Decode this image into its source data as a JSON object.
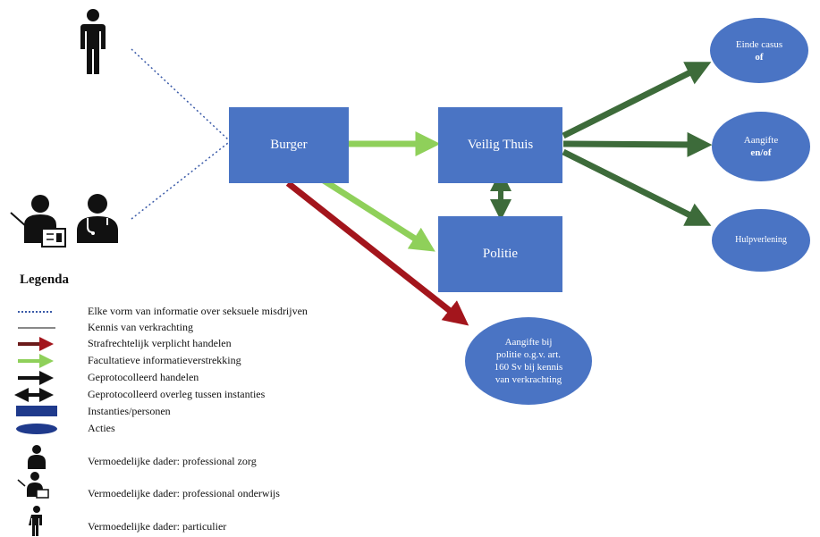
{
  "nodes": {
    "burger": "Burger",
    "veilig_thuis": "Veilig Thuis",
    "politie": "Politie"
  },
  "actions": {
    "einde_casus": {
      "line1": "Einde casus",
      "line2": "of"
    },
    "aangifte": {
      "line1": "Aangifte",
      "line2": "en/of"
    },
    "hulpverlening": {
      "line1": "Hulpverlening"
    },
    "aangifte_politie": {
      "line1": "Aangifte bij",
      "line2": "politie o.g.v. art.",
      "line3": "160 Sv bij kennis",
      "line4": "van verkrachting"
    }
  },
  "legend": {
    "title": "Legenda",
    "items": [
      "Elke vorm van informatie over seksuele misdrijven",
      "Kennis van verkrachting",
      "Strafrechtelijk verplicht handelen",
      "Facultatieve informatieverstrekking",
      "Geprotocolleerd handelen",
      "Geprotocolleerd overleg tussen instanties",
      "Instanties/personen",
      "Acties",
      "Vermoedelijke dader: professional zorg",
      "Vermoedelijke dader: professional onderwijs",
      "Vermoedelijke dader: particulier"
    ]
  },
  "colors": {
    "box": "#4a74c4",
    "red_arrow": "#a3151c",
    "light_green_arrow": "#8fd05a",
    "dark_green_arrow": "#3d6b3a",
    "dotted": "#3a5aa8"
  },
  "icons": [
    "person-icon",
    "teacher-icon",
    "doctor-icon"
  ]
}
